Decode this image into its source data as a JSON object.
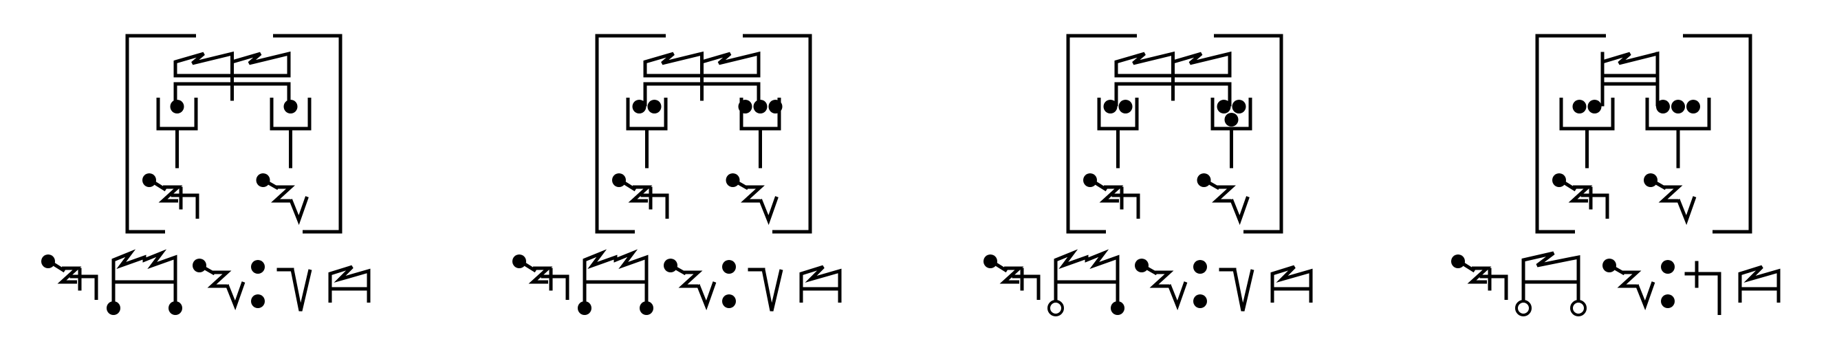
{
  "figure": {
    "ink_color": "#000000",
    "background": "#ffffff",
    "panels": [
      {
        "box": {
          "left_dots": 1,
          "right_dots": 1,
          "right_dot_arrangement": "row",
          "zigzag_segments": 2,
          "divider_posts": 1
        },
        "lower_glyphs": [
          "dot-zigzag-plus-hook",
          "dot-zigzag-v"
        ],
        "formula": {
          "lhs": "dot-zigzag-plus-hook",
          "bridge_segments": 2,
          "bridge_feet": [
            "filled",
            "filled"
          ],
          "connector": "dot-zigzag-v",
          "operator": "colon",
          "rhs_symbol": "minus-v",
          "tail_segments": 1
        }
      },
      {
        "box": {
          "left_dots": 2,
          "right_dots": 3,
          "right_dot_arrangement": "row",
          "zigzag_segments": 2,
          "divider_posts": 1
        },
        "lower_glyphs": [
          "dot-zigzag-plus-hook",
          "dot-zigzag-v"
        ],
        "formula": {
          "lhs": "dot-zigzag-plus-hook",
          "bridge_segments": 2,
          "bridge_feet": [
            "filled",
            "filled"
          ],
          "connector": "dot-zigzag-v",
          "operator": "colon",
          "rhs_symbol": "minus-v",
          "tail_segments": 1
        }
      },
      {
        "box": {
          "left_dots": 2,
          "right_dots": 3,
          "right_dot_arrangement": "triangle",
          "zigzag_segments": 2,
          "divider_posts": 1
        },
        "lower_glyphs": [
          "dot-zigzag-plus-hook",
          "dot-zigzag-v"
        ],
        "formula": {
          "lhs": "dot-zigzag-plus-hook",
          "bridge_segments": 2,
          "bridge_feet": [
            "open",
            "filled"
          ],
          "connector": "dot-zigzag-v",
          "operator": "colon",
          "rhs_symbol": "minus-v",
          "tail_segments": 1
        }
      },
      {
        "box": {
          "left_dots": 2,
          "right_dots": 3,
          "right_dot_arrangement": "row",
          "zigzag_segments": 1,
          "divider_posts": 2
        },
        "lower_glyphs": [
          "dot-zigzag-plus-hook",
          "dot-zigzag-v"
        ],
        "formula": {
          "lhs": "dot-zigzag-plus-hook",
          "bridge_segments": 1,
          "bridge_feet": [
            "open",
            "open"
          ],
          "connector": "dot-zigzag-v",
          "operator": "colon",
          "rhs_symbol": "plus-hook",
          "tail_segments": 1
        }
      }
    ]
  }
}
